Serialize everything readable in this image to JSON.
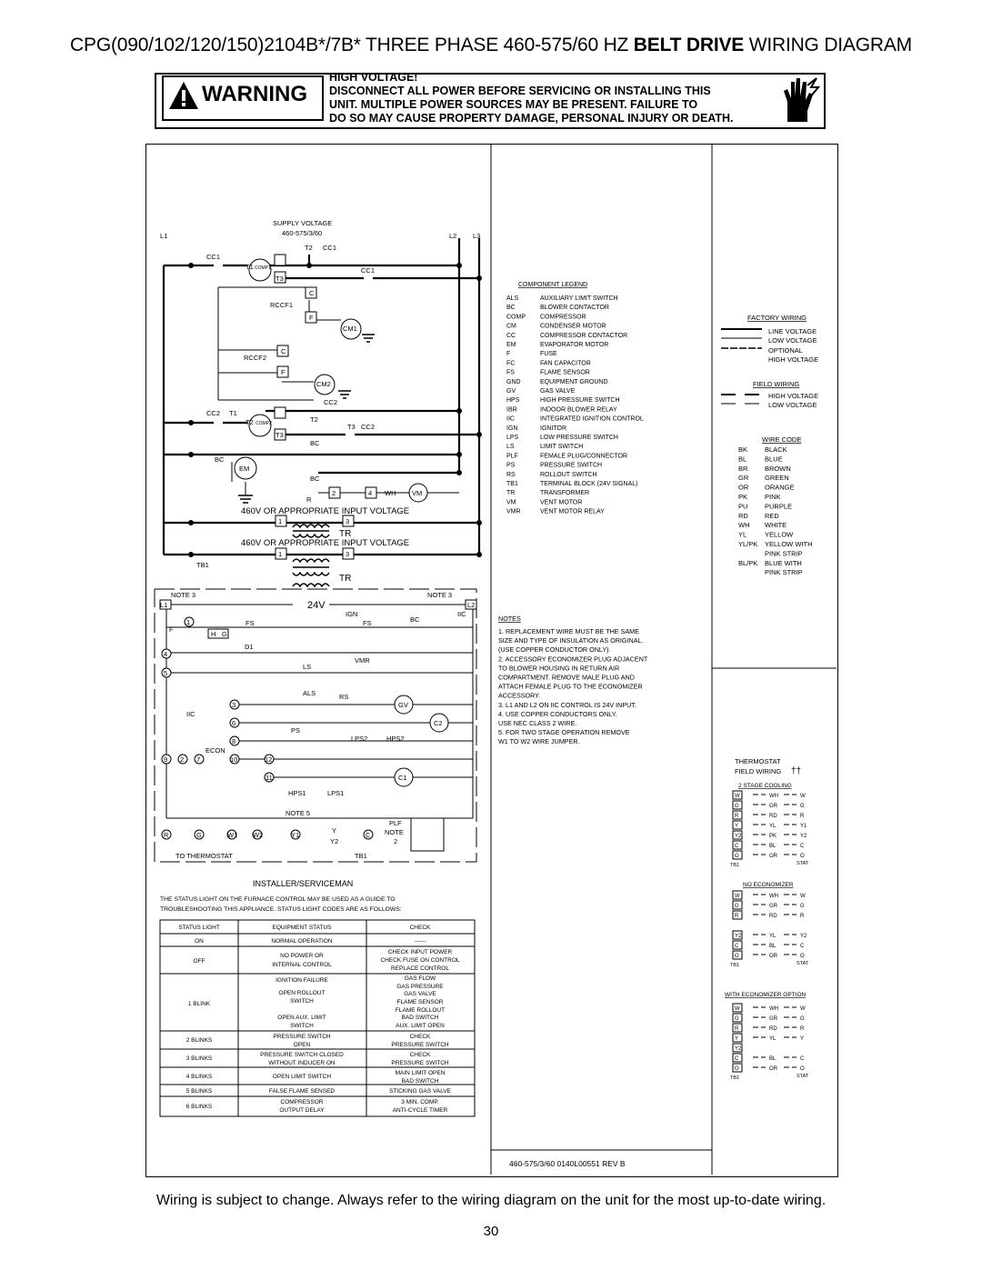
{
  "title": {
    "prefix": "CPG(090/102/120/150)2104B*/7B*  THREE PHASE 460-575/60 HZ ",
    "bold": "BELT DRIVE",
    "suffix": " WIRING DIAGRAM"
  },
  "warning": {
    "word": "WARNING",
    "lines": [
      "HIGH VOLTAGE!",
      "DISCONNECT ALL POWER BEFORE SERVICING OR INSTALLING THIS",
      "UNIT.  MULTIPLE POWER SOURCES MAY BE PRESENT.  FAILURE TO",
      "DO SO MAY CAUSE PROPERTY DAMAGE, PERSONAL INJURY OR DEATH."
    ]
  },
  "schematic": {
    "supply_voltage": "SUPPLY VOLTAGE",
    "supply_value": "460-575/3/60",
    "lines": [
      "L1",
      "L2",
      "L3"
    ],
    "labels": [
      "CC1",
      "T2",
      "CC1",
      "T1",
      "COMP1",
      "CC1",
      "T3",
      "RCCF1",
      "C",
      "F",
      "CM1",
      "RCCF2",
      "C",
      "F",
      "CM2",
      "CC2",
      "CC2",
      "T1",
      "T2",
      "COMP2",
      "T2",
      "T3",
      "CC2",
      "T3",
      "BC",
      "BC",
      "EM",
      "BC",
      "R",
      "2",
      "4",
      "WH",
      "VM",
      "1",
      "3",
      "TR",
      "1",
      "3",
      "TR",
      "TB1"
    ],
    "tr_label_1": "460V OR APPROPRIATE INPUT VOLTAGE",
    "tr_label_2": "460V OR APPROPRIATE INPUT VOLTAGE",
    "low_voltage": {
      "note3_left": "NOTE 3",
      "note3_right": "NOTE 3",
      "v24": "24V",
      "labels": [
        "L1",
        "1",
        "F",
        "FS",
        "FS",
        "IGN",
        "BC",
        "IIC",
        "L2",
        "H",
        "G",
        "D1",
        "4",
        "VMR",
        "5",
        "LS",
        "ALS",
        "RS",
        "GV",
        "3",
        "IIC",
        "6",
        "C2",
        "PS",
        "LPS2",
        "HPS2",
        "8",
        "ECON",
        "9",
        "2",
        "7",
        "10",
        "12",
        "11",
        "C1",
        "HPS1",
        "LPS1",
        "NOTE 5",
        "PLF",
        "NOTE",
        "2",
        "R",
        "G",
        "W1",
        "W2",
        "Y1",
        "Y",
        "Y2",
        "C",
        "TO THERMOSTAT",
        "TB1"
      ]
    }
  },
  "installer": {
    "title": "INSTALLER/SERVICEMAN",
    "intro": [
      "THE STATUS LIGHT ON THE FURNACE CONTROL MAY BE USED AS A GUIDE TO",
      "TROUBLESHOOTING THIS APPLIANCE. STATUS LIGHT CODES ARE AS FOLLOWS:"
    ],
    "headers": [
      "STATUS LIGHT",
      "EQUIPMENT STATUS",
      "CHECK"
    ],
    "rows": [
      {
        "light": "ON",
        "status": [
          "NORMAL OPERATION"
        ],
        "check": [
          "------"
        ]
      },
      {
        "light": "OFF",
        "status": [
          "NO POWER OR",
          "INTERNAL CONTROL"
        ],
        "check": [
          "CHECK INPUT POWER",
          "CHECK FUSE ON CONTROL",
          "REPLACE CONTROL"
        ]
      },
      {
        "light": "1 BLINK",
        "status": [
          "IGNITION FAILURE",
          "",
          "OPEN ROLLOUT",
          "SWITCH",
          "",
          "OPEN AUX. LIMIT",
          "SWITCH"
        ],
        "check": [
          "GAS FLOW",
          "GAS PRESSURE",
          "GAS VALVE",
          "FLAME SENSOR",
          "FLAME ROLLOUT",
          "BAD SWITCH",
          "AUX. LIMIT OPEN"
        ]
      },
      {
        "light": "2 BLINKS",
        "status": [
          "PRESSURE SWITCH",
          "OPEN"
        ],
        "check": [
          "CHECK",
          "PRESSURE SWITCH"
        ]
      },
      {
        "light": "3 BLINKS",
        "status": [
          "PRESSURE SWITCH CLOSED",
          "WITHOUT INDUCER ON"
        ],
        "check": [
          "CHECK",
          "PRESSURE SWITCH"
        ]
      },
      {
        "light": "4 BLINKS",
        "status": [
          "OPEN LIMIT SWITCH"
        ],
        "check": [
          "MAIN LIMIT OPEN",
          "BAD SWITCH"
        ]
      },
      {
        "light": "5 BLINKS",
        "status": [
          "FALSE FLAME SENSED"
        ],
        "check": [
          "STICKING GAS VALVE"
        ]
      },
      {
        "light": "6 BLINKS",
        "status": [
          "COMPRESSOR",
          "OUTPUT DELAY"
        ],
        "check": [
          "3 MIN. COMP.",
          "ANTI-CYCLE TIMER"
        ]
      }
    ]
  },
  "component_legend": {
    "title": "COMPONENT LEGEND",
    "items": [
      [
        "ALS",
        "AUXILIARY LIMIT SWITCH"
      ],
      [
        "BC",
        "BLOWER CONTACTOR"
      ],
      [
        "COMP",
        "COMPRESSOR"
      ],
      [
        "CM",
        "CONDENSER MOTOR"
      ],
      [
        "CC",
        "COMPRESSOR CONTACTOR"
      ],
      [
        "EM",
        "EVAPORATOR MOTOR"
      ],
      [
        "F",
        "FUSE"
      ],
      [
        "FC",
        "FAN CAPACITOR"
      ],
      [
        "FS",
        "FLAME SENSOR"
      ],
      [
        "GND",
        "EQUIPMENT GROUND"
      ],
      [
        "GV",
        "GAS VALVE"
      ],
      [
        "HPS",
        "HIGH PRESSURE SWITCH"
      ],
      [
        "IBR",
        "INDOOR BLOWER RELAY"
      ],
      [
        "IIC",
        "INTEGRATED IGNITION CONTROL"
      ],
      [
        "IGN",
        "IGNITOR"
      ],
      [
        "LPS",
        "LOW PRESSURE SWITCH"
      ],
      [
        "LS",
        "LIMIT SWITCH"
      ],
      [
        "PLF",
        "FEMALE PLUG/CONNECTOR"
      ],
      [
        "PS",
        "PRESSURE SWITCH"
      ],
      [
        "RS",
        "ROLLOUT SWITCH"
      ],
      [
        "TB1",
        "TERMINAL BLOCK (24V SIGNAL)"
      ],
      [
        "TR",
        "TRANSFORMER"
      ],
      [
        "VM",
        "VENT MOTOR"
      ],
      [
        "VMR",
        "VENT MOTOR RELAY"
      ]
    ]
  },
  "notes": {
    "title": "NOTES",
    "lines": [
      "1. REPLACEMENT WIRE MUST BE THE SAME",
      "    SIZE AND TYPE OF  INSULATION AS ORIGINAL.",
      "    (USE COPPER CONDUCTOR ONLY).",
      "2. ACCESSORY ECONOMIZER PLUG ADJACENT",
      "    TO BLOWER HOUSING IN RETURN AIR",
      "    COMPARTMENT. REMOVE MALE PLUG AND",
      "    ATTACH FEMALE PLUG TO THE ECONOMIZER",
      "    ACCESSORY.",
      "3. L1 AND L2 ON IIC CONTROL IS 24V INPUT.",
      "4. USE COPPER CONDUCTORS ONLY.",
      "    USE  NEC CLASS 2 WIRE.",
      "5. FOR TWO STAGE OPERATION REMOVE",
      "    W1 TO W2 WIRE JUMPER."
    ]
  },
  "revision": "460-575/3/60    0140L00551  REV  B",
  "factory_wiring": {
    "title": "FACTORY WIRING",
    "items": [
      "LINE VOLTAGE",
      "LOW VOLTAGE",
      "OPTIONAL",
      "HIGH VOLTAGE"
    ]
  },
  "field_wiring": {
    "title": "FIELD WIRING",
    "items": [
      "HIGH VOLTAGE",
      "LOW VOLTAGE"
    ]
  },
  "wire_code": {
    "title": "WIRE CODE",
    "items": [
      [
        "BK",
        "BLACK"
      ],
      [
        "BL",
        "BLUE"
      ],
      [
        "BR",
        "BROWN"
      ],
      [
        "GR",
        "GREEN"
      ],
      [
        "OR",
        "ORANGE"
      ],
      [
        "PK",
        "PINK"
      ],
      [
        "PU",
        "PURPLE"
      ],
      [
        "RD",
        "RED"
      ],
      [
        "WH",
        "WHITE"
      ],
      [
        "YL",
        "YELLOW"
      ],
      [
        "YL/PK",
        "YELLOW WITH"
      ],
      [
        "",
        "PINK STRIP"
      ],
      [
        "BL/PK",
        "BLUE WITH"
      ],
      [
        "",
        "PINK STRIP"
      ]
    ]
  },
  "thermostat": {
    "title_1": "THERMOSTAT",
    "title_2": "FIELD WIRING",
    "stage_cooling": {
      "title": "2 STAGE COOLING",
      "terminals": [
        "W",
        "G",
        "R",
        "Y",
        "Y2",
        "C",
        "O"
      ],
      "wires": [
        "WH",
        "GR",
        "RD",
        "YL",
        "PK",
        "BL",
        "OR"
      ],
      "stat": [
        "W",
        "G",
        "R",
        "Y1",
        "Y2",
        "C",
        "O"
      ],
      "tb1": "TB1",
      "stat_label": "STAT"
    },
    "no_economizer": {
      "title": "NO ECONOMIZER",
      "terminals": [
        "W",
        "G",
        "R",
        "",
        "Y2",
        "C",
        "O"
      ],
      "wires": [
        "WH",
        "GR",
        "RD",
        "",
        "YL",
        "BL",
        "OR"
      ],
      "stat": [
        "W",
        "G",
        "R",
        "",
        "Y2",
        "C",
        "O"
      ],
      "tb1": "TB1",
      "stat_label": "STAT"
    },
    "with_economizer": {
      "title": "WITH ECONOMIZER OPTION",
      "terminals": [
        "W",
        "G",
        "R",
        "Y",
        "Y2",
        "C",
        "O"
      ],
      "wires": [
        "WH",
        "GR",
        "RD",
        "YL",
        "",
        "BL",
        "OR"
      ],
      "stat": [
        "W",
        "G",
        "R",
        "Y",
        "",
        "C",
        "O"
      ],
      "tb1": "TB1",
      "stat_label": "STAT"
    }
  },
  "footer_note": "Wiring is subject to change. Always refer to the wiring diagram on the unit for the most up-to-date wiring.",
  "page_number": "30"
}
